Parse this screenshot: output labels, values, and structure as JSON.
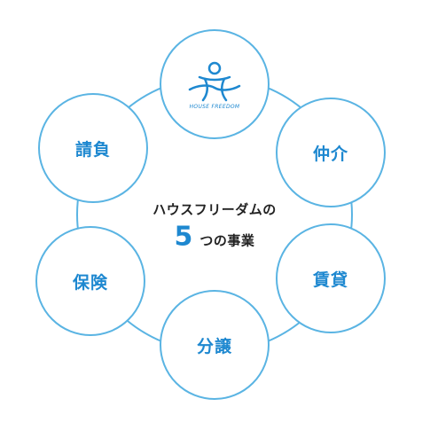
{
  "diagram": {
    "center": {
      "line1": "ハウスフリーダムの",
      "number": "5",
      "suffix": "つの事業"
    },
    "nodes": [
      {
        "id": "logo",
        "logo_text": "HOUSE FREEDOM",
        "icon": "house-freedom-logo-icon"
      },
      {
        "id": "chukai",
        "label": "仲介"
      },
      {
        "id": "chintai",
        "label": "賃貸"
      },
      {
        "id": "bunjo",
        "label": "分譲"
      },
      {
        "id": "hoken",
        "label": "保険"
      },
      {
        "id": "ukeoi",
        "label": "請負"
      }
    ],
    "colors": {
      "accent": "#1e88d0",
      "circle_border": "#5ab4e3",
      "text": "#222222"
    }
  }
}
